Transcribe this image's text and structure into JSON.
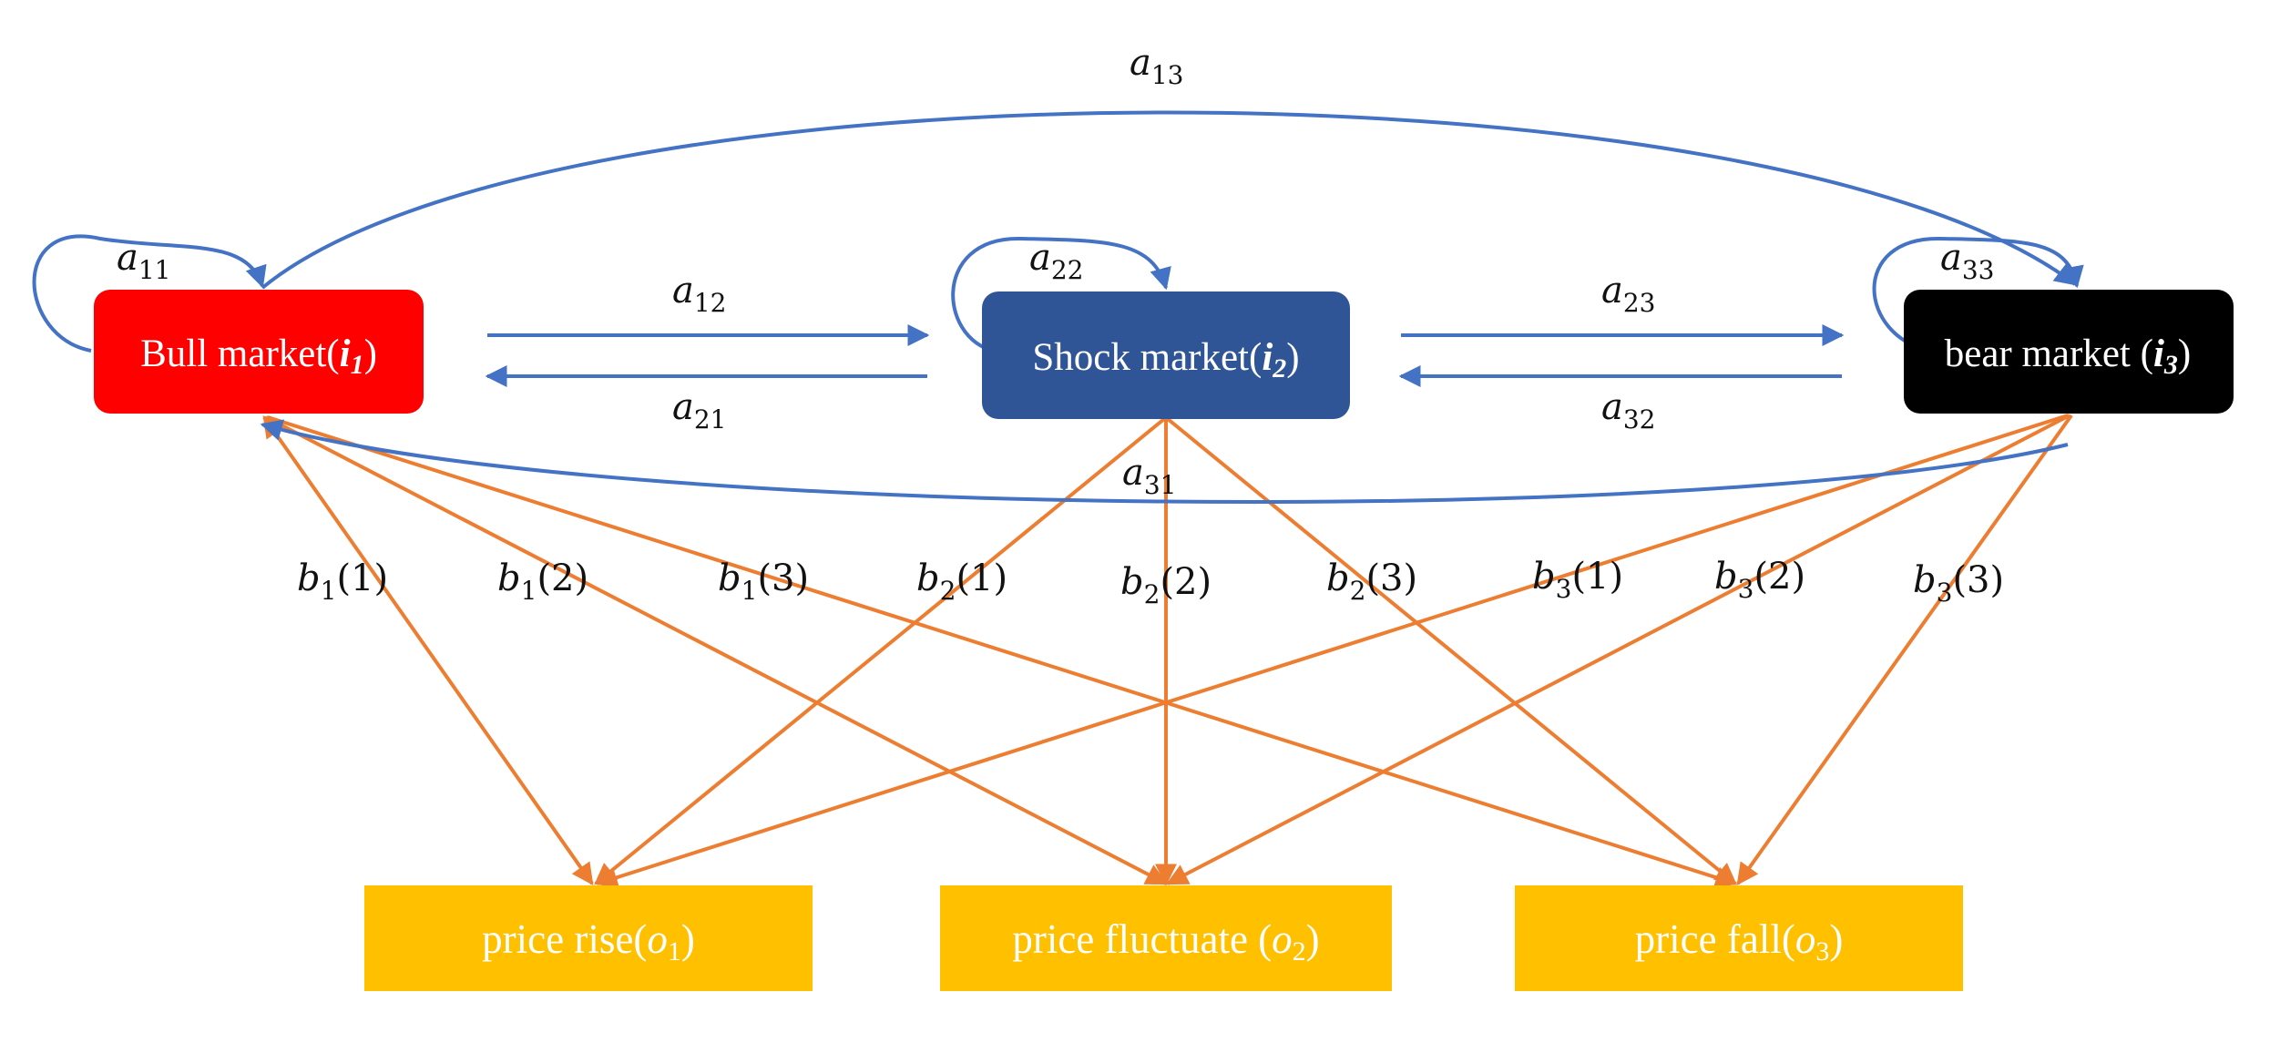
{
  "states": [
    {
      "id": "i1",
      "text": "Bull market(",
      "var": "i",
      "sub": "1",
      "close": ")",
      "color": "#FF0000"
    },
    {
      "id": "i2",
      "text": "Shock market(",
      "var": "i",
      "sub": "2",
      "close": ")",
      "color": "#2F5597"
    },
    {
      "id": "i3",
      "text": "bear market (",
      "var": "i",
      "sub": "3",
      "close": ")",
      "color": "#000000"
    }
  ],
  "observations": [
    {
      "id": "o1",
      "text": "price rise(",
      "var": "o",
      "sub": "1",
      "close": ")"
    },
    {
      "id": "o2",
      "text": "price fluctuate (",
      "var": "o",
      "sub": "2",
      "close": ")"
    },
    {
      "id": "o3",
      "text": "price fall(",
      "var": "o",
      "sub": "3",
      "close": ")"
    }
  ],
  "transitions": {
    "a11": {
      "base": "a",
      "sub": "11"
    },
    "a12": {
      "base": "a",
      "sub": "12"
    },
    "a13": {
      "base": "a",
      "sub": "13"
    },
    "a21": {
      "base": "a",
      "sub": "21"
    },
    "a22": {
      "base": "a",
      "sub": "22"
    },
    "a23": {
      "base": "a",
      "sub": "23"
    },
    "a31": {
      "base": "a",
      "sub": "31"
    },
    "a32": {
      "base": "a",
      "sub": "32"
    },
    "a33": {
      "base": "a",
      "sub": "33"
    }
  },
  "emissions": {
    "b1_1": {
      "base": "b",
      "sub": "1",
      "arg": "(1)"
    },
    "b1_2": {
      "base": "b",
      "sub": "1",
      "arg": "(2)"
    },
    "b1_3": {
      "base": "b",
      "sub": "1",
      "arg": "(3)"
    },
    "b2_1": {
      "base": "b",
      "sub": "2",
      "arg": "(1)"
    },
    "b2_2": {
      "base": "b",
      "sub": "2",
      "arg": "(2)"
    },
    "b2_3": {
      "base": "b",
      "sub": "2",
      "arg": "(3)"
    },
    "b3_1": {
      "base": "b",
      "sub": "3",
      "arg": "(1)"
    },
    "b3_2": {
      "base": "b",
      "sub": "3",
      "arg": "(2)"
    },
    "b3_3": {
      "base": "b",
      "sub": "3",
      "arg": "(3)"
    }
  },
  "colors": {
    "transition_arrow": "#4472C4",
    "emission_arrow": "#ED7D31",
    "observation_box": "#FFC000"
  }
}
